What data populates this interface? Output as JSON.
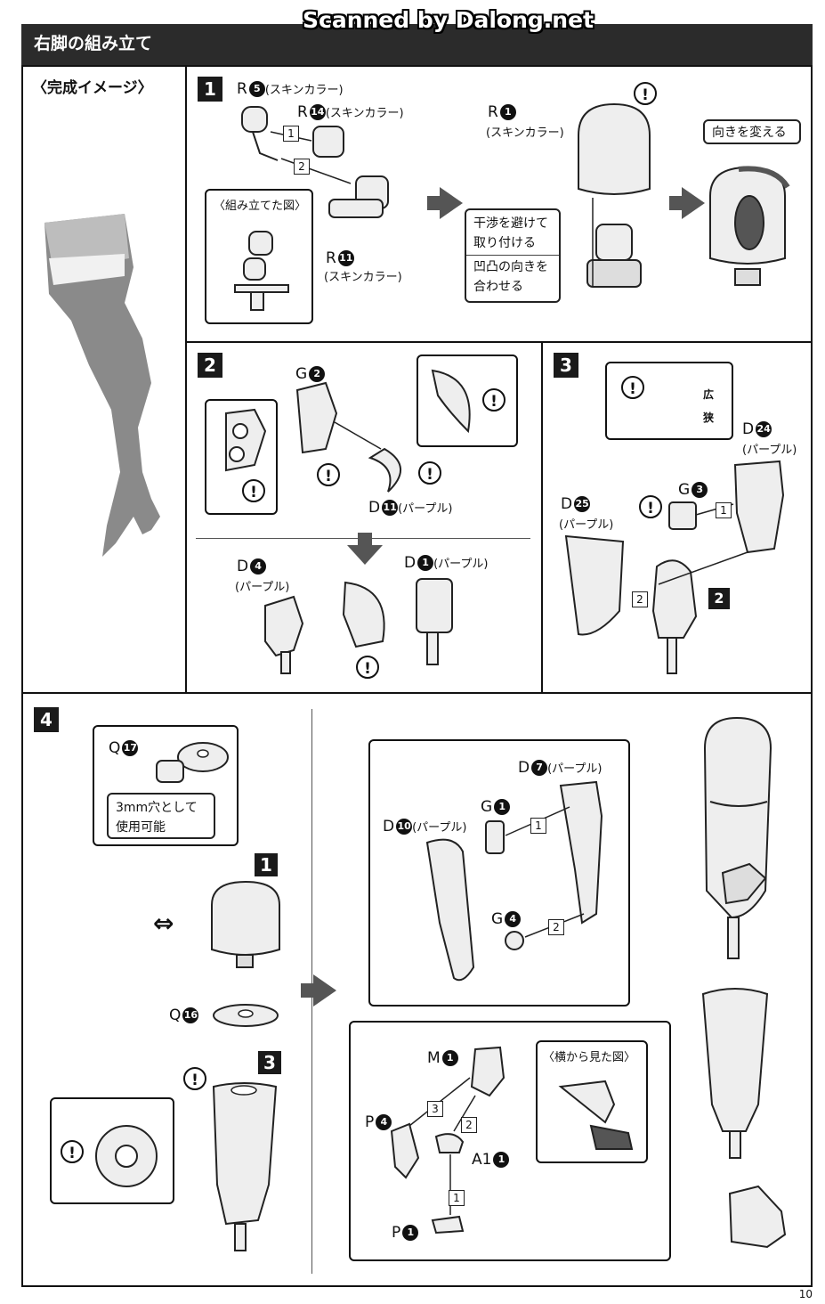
{
  "watermark": "Scanned by Dalong.net",
  "header": {
    "title": "右脚の組み立て"
  },
  "preview": {
    "label": "〈完成イメージ〉"
  },
  "step1": {
    "num": "1",
    "r5": "R",
    "r5n": "5",
    "r5c": "(スキンカラー)",
    "r14": "R",
    "r14n": "14",
    "r14c": "(スキンカラー)",
    "r11": "R",
    "r11n": "11",
    "r11c": "(スキンカラー)",
    "assembled": "〈組み立てた図〉",
    "r1": "R",
    "r1n": "1",
    "r1c": "(スキンカラー)",
    "note1a": "干渉を避けて",
    "note1b": "取り付ける",
    "note2a": "凹凸の向きを",
    "note2b": "合わせる",
    "rotate": "向きを変える",
    "s1": "1",
    "s2": "2"
  },
  "step2": {
    "num": "2",
    "g2": "G",
    "g2n": "2",
    "d11": "D",
    "d11n": "11",
    "d11c": "(パープル)",
    "d4": "D",
    "d4n": "4",
    "d4c": "(パープル)",
    "d1": "D",
    "d1n": "1",
    "d1c": "(パープル)"
  },
  "step3": {
    "num": "3",
    "wide": "広",
    "narrow": "狭",
    "d24": "D",
    "d24n": "24",
    "d24c": "(パープル)",
    "g3": "G",
    "g3n": "3",
    "d25": "D",
    "d25n": "25",
    "d25c": "(パープル)",
    "s1": "1",
    "s2": "2",
    "ref": "2"
  },
  "step4": {
    "num": "4",
    "q17": "Q",
    "q17n": "17",
    "hole_a": "3mm穴として",
    "hole_b": "使用可能",
    "ref1": "1",
    "ref3": "3",
    "q16": "Q",
    "q16n": "16",
    "d7": "D",
    "d7n": "7",
    "d7c": "(パープル)",
    "g1": "G",
    "g1n": "1",
    "d10": "D",
    "d10n": "10",
    "d10c": "(パープル)",
    "g4": "G",
    "g4n": "4",
    "m1": "M",
    "m1n": "1",
    "p4": "P",
    "p4n": "4",
    "a1": "A1",
    "a1n": "1",
    "p1": "P",
    "p1n": "1",
    "side": "〈横から見た図〉",
    "s1": "1",
    "s2": "2",
    "s3": "3"
  },
  "page_number": "10"
}
